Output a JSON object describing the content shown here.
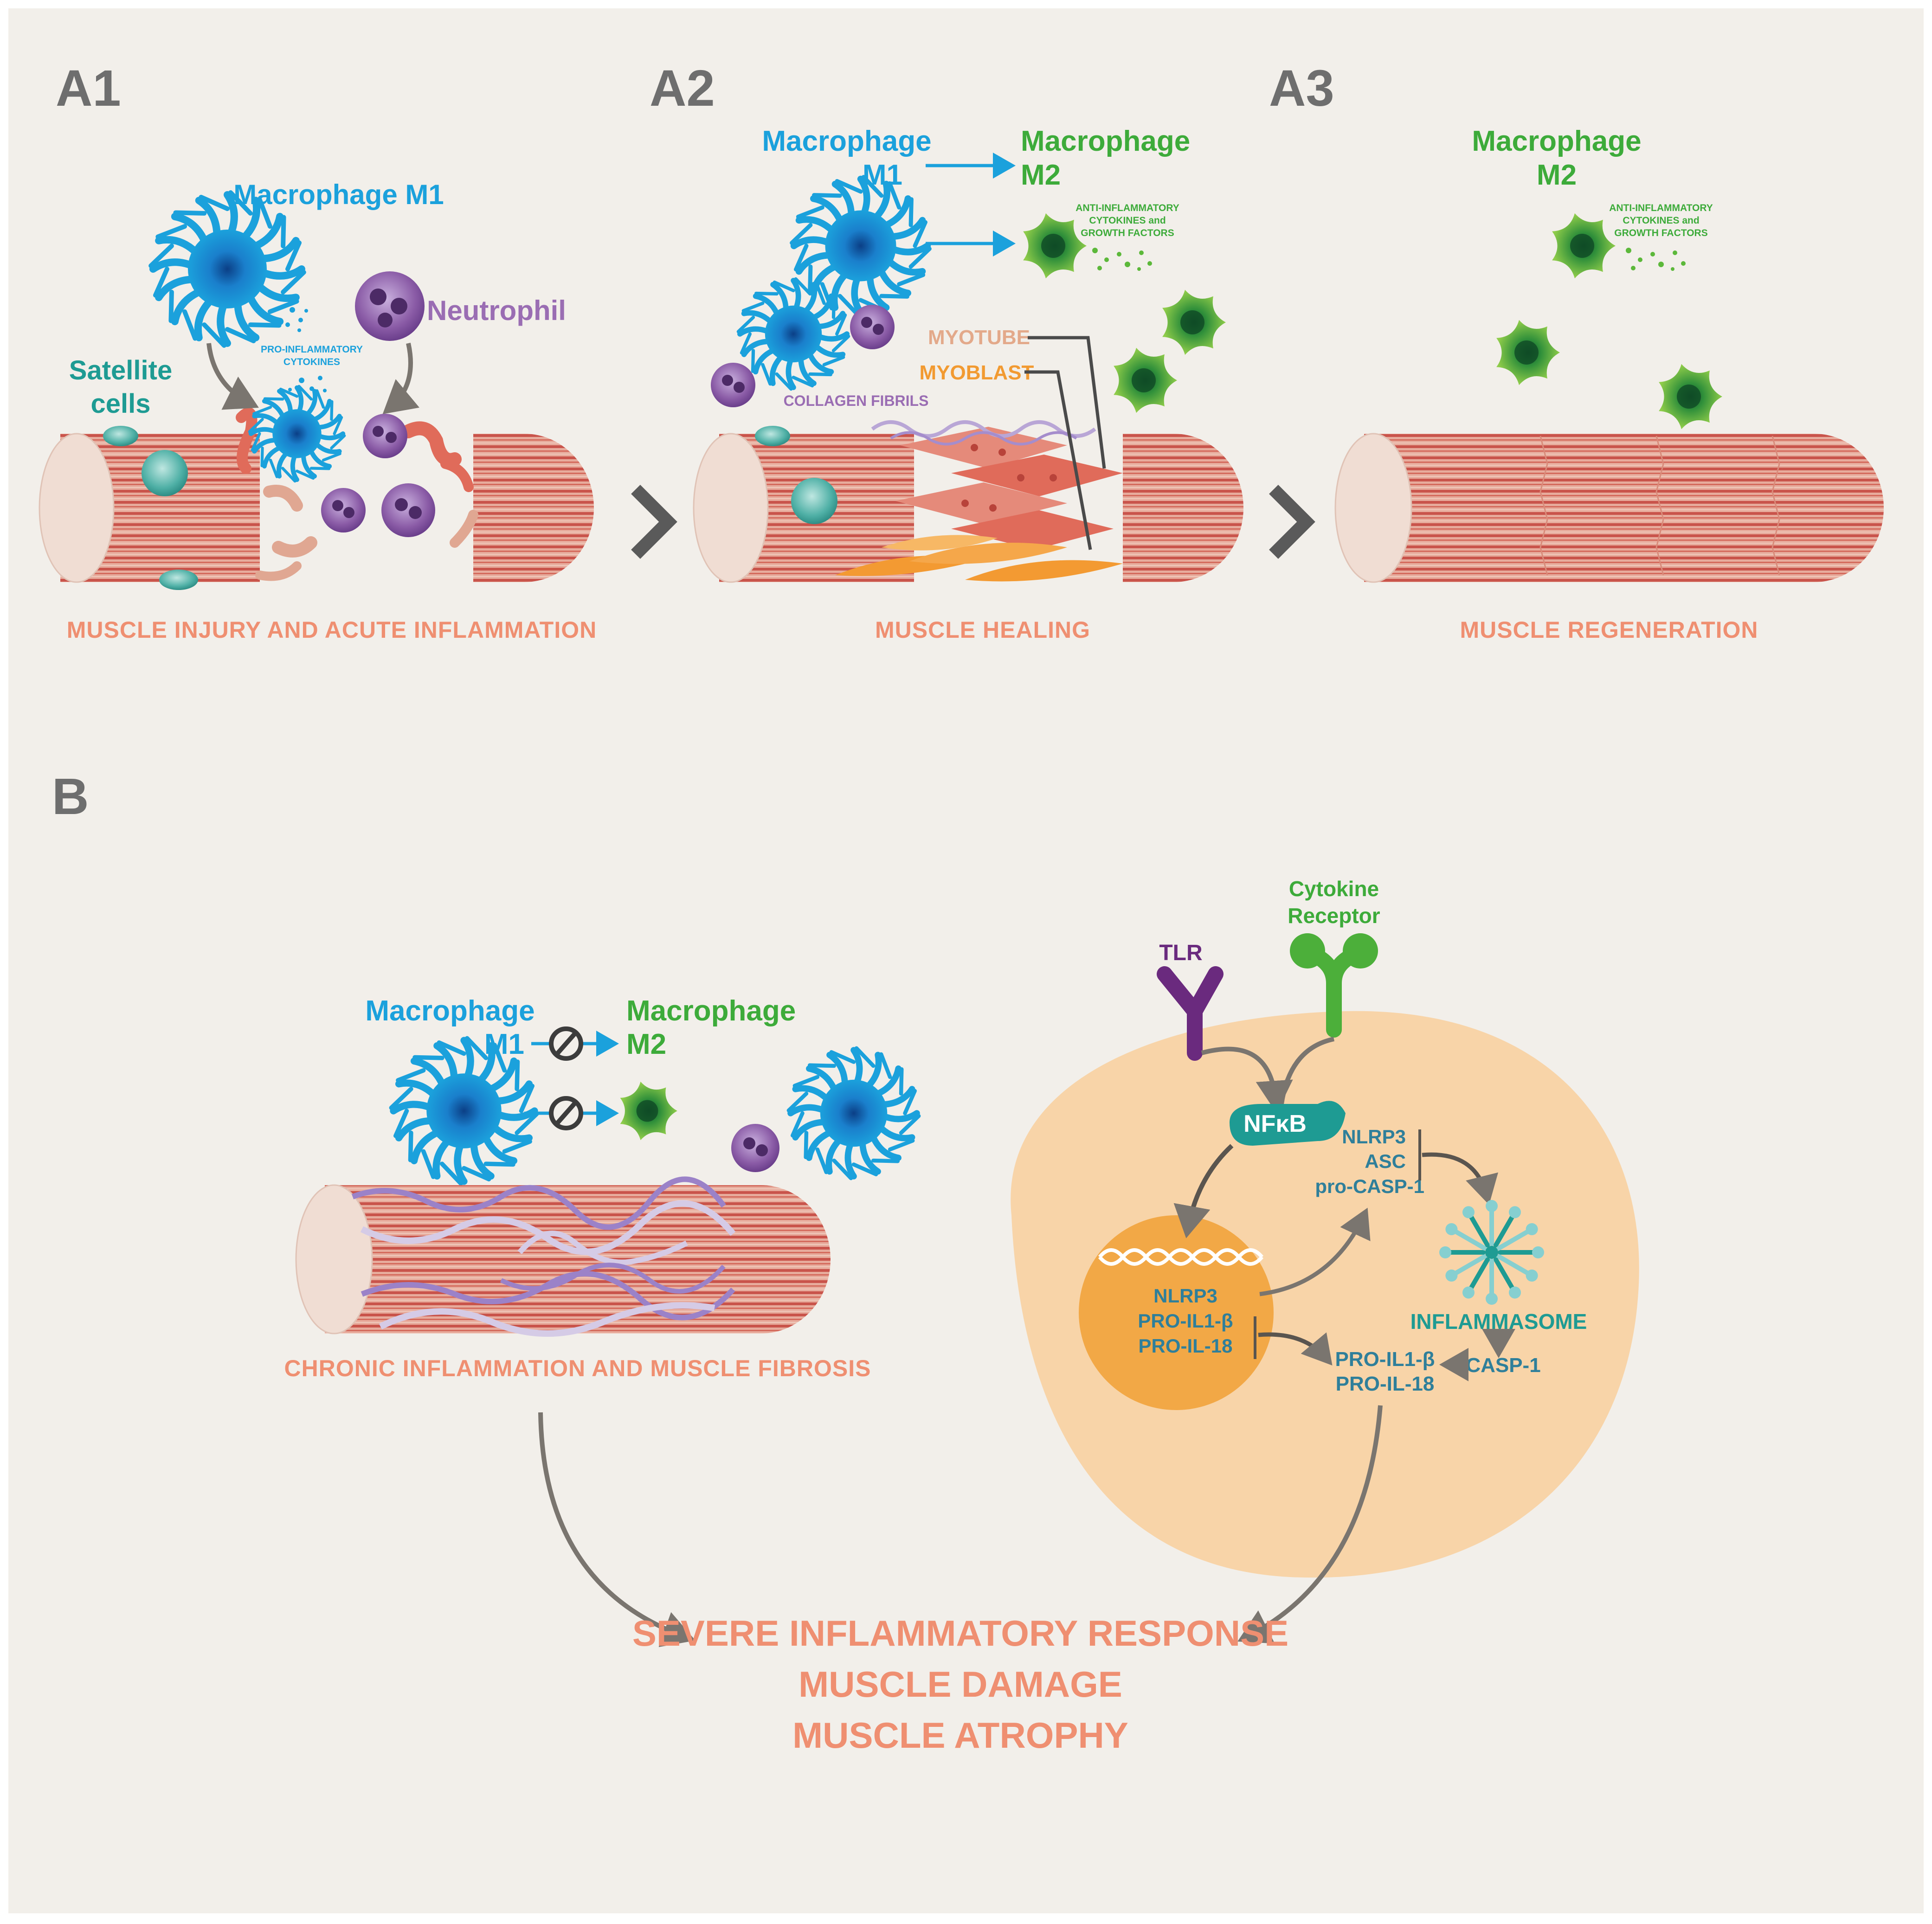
{
  "colors": {
    "background": "#f2efea",
    "muscle_fill": "#e29a8a",
    "muscle_stripe": "#c9544b",
    "macrophage_m1": "#1ba1dc",
    "macrophage_m2": "#5cb83a",
    "neutrophil": "#8a5ba6",
    "satellite": "#3aa39a",
    "caption_salmon": "#ef8f71",
    "arrow_gray": "#7a756f",
    "cell_outer": "#f8d4a8",
    "nucleus": "#f2a846",
    "nfkb": "#1e9b93",
    "tlr": "#6a2a7e",
    "receptor": "#4caf3a"
  },
  "panel_a1": {
    "label": "A1",
    "macrophage_label": "Macrophage M1",
    "neutrophil_label": "Neutrophil",
    "satellite_label_1": "Satellite",
    "satellite_label_2": "cells",
    "cytokines_1": "PRO-INFLAMMATORY",
    "cytokines_2": "CYTOKINES",
    "caption": "MUSCLE INJURY AND  ACUTE INFLAMMATION"
  },
  "panel_a2": {
    "label": "A2",
    "m1_line1": "Macrophage",
    "m1_line2": "M1",
    "m2_line1": "Macrophage",
    "m2_line2": "M2",
    "factors_1": "ANTI-INFLAMMATORY",
    "factors_2": "CYTOKINES and",
    "factors_3": "GROWTH FACTORS",
    "myotube": "MYOTUBE",
    "myoblast": "MYOBLAST",
    "collagen": "COLLAGEN FIBRILS",
    "caption": "MUSCLE HEALING"
  },
  "panel_a3": {
    "label": "A3",
    "m2_line1": "Macrophage",
    "m2_line2": "M2",
    "factors_1": "ANTI-INFLAMMATORY",
    "factors_2": "CYTOKINES and",
    "factors_3": "GROWTH FACTORS",
    "caption": "MUSCLE REGENERATION"
  },
  "panel_b": {
    "label": "B",
    "m1_line1": "Macrophage",
    "m1_line2": "M1",
    "m2_line1": "Macrophage",
    "m2_line2": "M2",
    "fibrosis_caption": "CHRONIC INFLAMMATION AND MUSCLE FIBROSIS",
    "tlr": "TLR",
    "receptor_1": "Cytokine",
    "receptor_2": "Receptor",
    "nfkb": "NFκB",
    "nucleus_1": "NLRP3",
    "nucleus_2": "PRO-IL1-β",
    "nucleus_3": "PRO-IL-18",
    "complex_1": "NLRP3",
    "complex_2": "ASC",
    "complex_3": "pro-CASP-1",
    "inflammasome": "INFLAMMASOME",
    "casp1": "CASP-1",
    "out_1": "PRO-IL1-β",
    "out_2": "PRO-IL-18",
    "result_1": "SEVERE INFLAMMATORY RESPONSE",
    "result_2": "MUSCLE DAMAGE",
    "result_3": "MUSCLE ATROPHY"
  }
}
